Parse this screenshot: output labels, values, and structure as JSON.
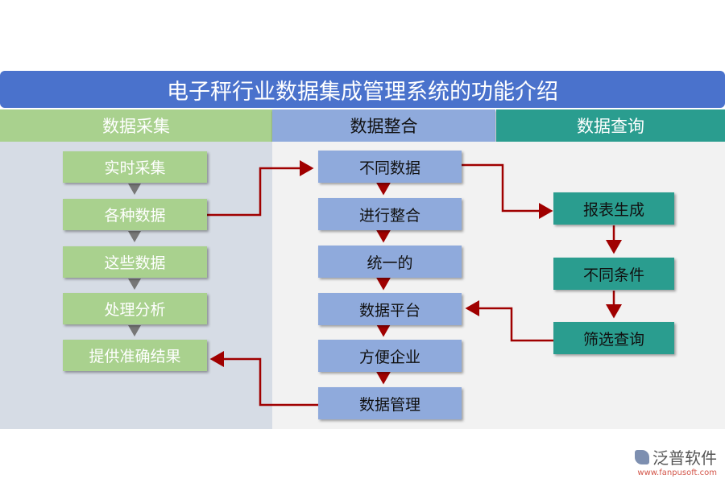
{
  "title": "电子秤行业数据集成管理系统的功能介绍",
  "columns": [
    {
      "label": "数据采集",
      "color": "#a9d18e",
      "items": [
        "实时采集",
        "各种数据",
        "这些数据",
        "处理分析",
        "提供准确结果"
      ]
    },
    {
      "label": "数据整合",
      "color": "#8faadc",
      "items": [
        "不同数据",
        "进行整合",
        "统一的",
        "数据平台",
        "方便企业",
        "数据管理"
      ]
    },
    {
      "label": "数据查询",
      "color": "#2a9d8f",
      "items": [
        "报表生成",
        "不同条件",
        "筛选查询"
      ]
    }
  ],
  "arrow_color": "#a00000",
  "logo": {
    "name": "泛普软件",
    "url": "www.fanpusoft.com"
  }
}
